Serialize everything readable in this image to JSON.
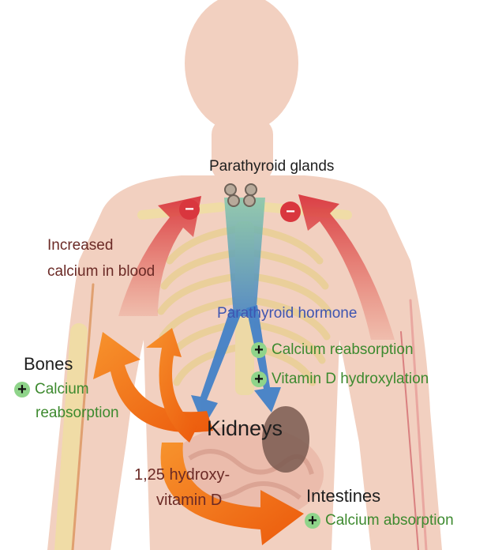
{
  "labels": {
    "glands": "Parathyroid glands",
    "increased_line1": "Increased",
    "increased_line2": "calcium in blood",
    "hormone": "Parathyroid hormone",
    "kidney_effect1": "Calcium reabsorption",
    "kidney_effect2": "Vitamin D hydroxylation",
    "bones": "Bones",
    "bones_effect_line1": "Calcium",
    "bones_effect_line2": "reabsorption",
    "kidneys": "Kidneys",
    "vitd_line1": "1,25 hydroxy-",
    "vitd_line2": "vitamin D",
    "intestines": "Intestines",
    "intestine_effect": "Calcium absorption"
  },
  "symbols": {
    "plus": "+",
    "minus": "−"
  },
  "colors": {
    "skin": "#f2d0c0",
    "red_arrow": "#d9363e",
    "blue_arrow": "#3f7fc8",
    "orange_arrow": "#f06a12",
    "plus_badge": "#8fd48a",
    "text_green": "#3d8a2f",
    "text_blue": "#3f55b0",
    "text_brown": "#6b2a26"
  }
}
